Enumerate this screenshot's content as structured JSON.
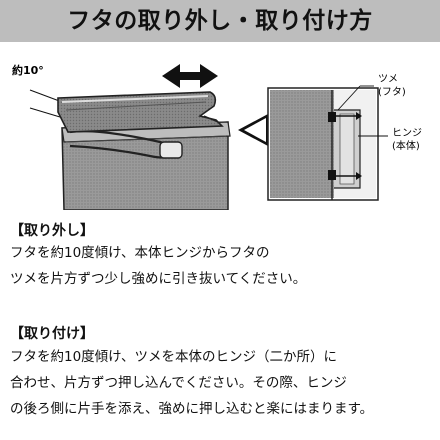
{
  "header": {
    "title": "フタの取り外し・取り付け方"
  },
  "illustration": {
    "angle_label": "約10°",
    "callout_claw": {
      "line1": "ツメ",
      "line2": "(フタ)"
    },
    "callout_hinge": {
      "line1": "ヒンジ",
      "line2": "(本体)"
    }
  },
  "removal": {
    "heading": "【取り外し】",
    "lines": [
      "フタを約10度傾け、本体ヒンジからフタの",
      "ツメを片方ずつ少し強めに引き抜いてください。"
    ]
  },
  "attach": {
    "heading": "【取り付け】",
    "lines": [
      "フタを約10度傾け、ツメを本体のヒンジ（二か所）に",
      "合わせ、片方ずつ押し込んでください。その際、ヒンジ",
      "の後ろ側に片手を添え、強めに押し込むと楽にはまります。"
    ]
  }
}
